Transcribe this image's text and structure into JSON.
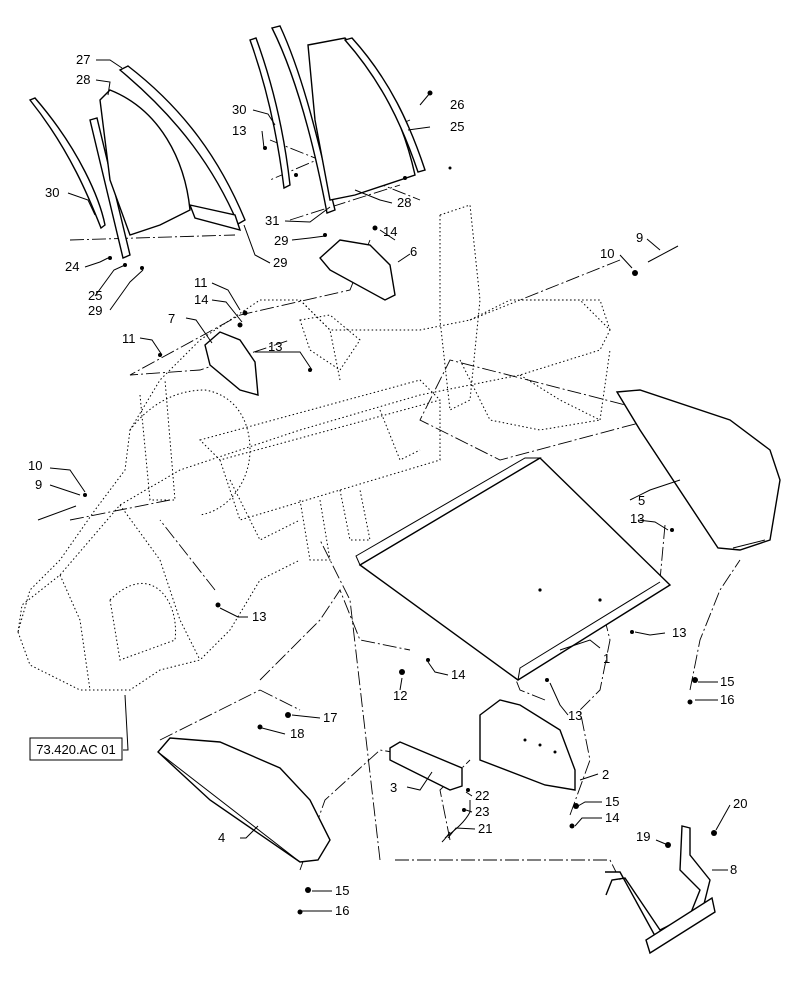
{
  "reference_box": "73.420.AC 01",
  "callouts": [
    {
      "id": "c1",
      "text": "1"
    },
    {
      "id": "c2",
      "text": "2"
    },
    {
      "id": "c3",
      "text": "3"
    },
    {
      "id": "c4",
      "text": "4"
    },
    {
      "id": "c5",
      "text": "5"
    },
    {
      "id": "c6",
      "text": "6"
    },
    {
      "id": "c7",
      "text": "7"
    },
    {
      "id": "c8",
      "text": "8"
    },
    {
      "id": "c9a",
      "text": "9"
    },
    {
      "id": "c9b",
      "text": "9"
    },
    {
      "id": "c10a",
      "text": "10"
    },
    {
      "id": "c10b",
      "text": "10"
    },
    {
      "id": "c11a",
      "text": "11"
    },
    {
      "id": "c11b",
      "text": "11"
    },
    {
      "id": "c12",
      "text": "12"
    },
    {
      "id": "c13a",
      "text": "13"
    },
    {
      "id": "c13b",
      "text": "13"
    },
    {
      "id": "c13c",
      "text": "13"
    },
    {
      "id": "c13d",
      "text": "13"
    },
    {
      "id": "c13e",
      "text": "13"
    },
    {
      "id": "c13f",
      "text": "13"
    },
    {
      "id": "c14a",
      "text": "14"
    },
    {
      "id": "c14b",
      "text": "14"
    },
    {
      "id": "c14c",
      "text": "14"
    },
    {
      "id": "c14d",
      "text": "14"
    },
    {
      "id": "c15a",
      "text": "15"
    },
    {
      "id": "c15b",
      "text": "15"
    },
    {
      "id": "c15c",
      "text": "15"
    },
    {
      "id": "c16a",
      "text": "16"
    },
    {
      "id": "c16b",
      "text": "16"
    },
    {
      "id": "c17",
      "text": "17"
    },
    {
      "id": "c18",
      "text": "18"
    },
    {
      "id": "c19",
      "text": "19"
    },
    {
      "id": "c20",
      "text": "20"
    },
    {
      "id": "c21",
      "text": "21"
    },
    {
      "id": "c22",
      "text": "22"
    },
    {
      "id": "c23",
      "text": "23"
    },
    {
      "id": "c24",
      "text": "24"
    },
    {
      "id": "c25a",
      "text": "25"
    },
    {
      "id": "c25b",
      "text": "25"
    },
    {
      "id": "c26",
      "text": "26"
    },
    {
      "id": "c27",
      "text": "27"
    },
    {
      "id": "c28a",
      "text": "28"
    },
    {
      "id": "c28b",
      "text": "28"
    },
    {
      "id": "c29a",
      "text": "29"
    },
    {
      "id": "c29b",
      "text": "29"
    },
    {
      "id": "c29c",
      "text": "29"
    },
    {
      "id": "c30a",
      "text": "30"
    },
    {
      "id": "c30b",
      "text": "30"
    },
    {
      "id": "c31",
      "text": "31"
    }
  ]
}
